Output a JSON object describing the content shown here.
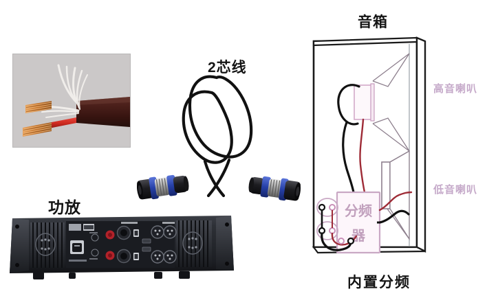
{
  "diagram": {
    "title_speaker_cabinet": "音箱",
    "title_amplifier": "功放",
    "title_cable": "2芯线",
    "caption_bottom": "内置分频",
    "label_tweeter": "高音喇叭",
    "label_woofer": "低音喇叭",
    "label_crossover_line1": "分频",
    "label_crossover_line2": "器"
  },
  "colors": {
    "background": "#ffffff",
    "text_dark": "#141414",
    "label_mauve": "#c5a9c9",
    "crossover_outline": "#c9a8c4",
    "wire_black": "#111111",
    "wire_red": "#9e2b36",
    "cabinet_outline": "#1a1a1a",
    "driver_outline": "#8d7f8d",
    "connector_blue": "#2a45a8",
    "amp_body": "#2b2d33",
    "binding_post_red": "#b2222a"
  },
  "parts": {
    "cable_photo_alt": "two-core copper speaker cable with red and white insulation",
    "amplifier_photo_alt": "rack power amplifier rear panel with heatsinks, speakon outputs, red binding posts and XLR inputs",
    "connector_left_alt": "speakon connector left",
    "connector_right_alt": "speakon connector right"
  }
}
